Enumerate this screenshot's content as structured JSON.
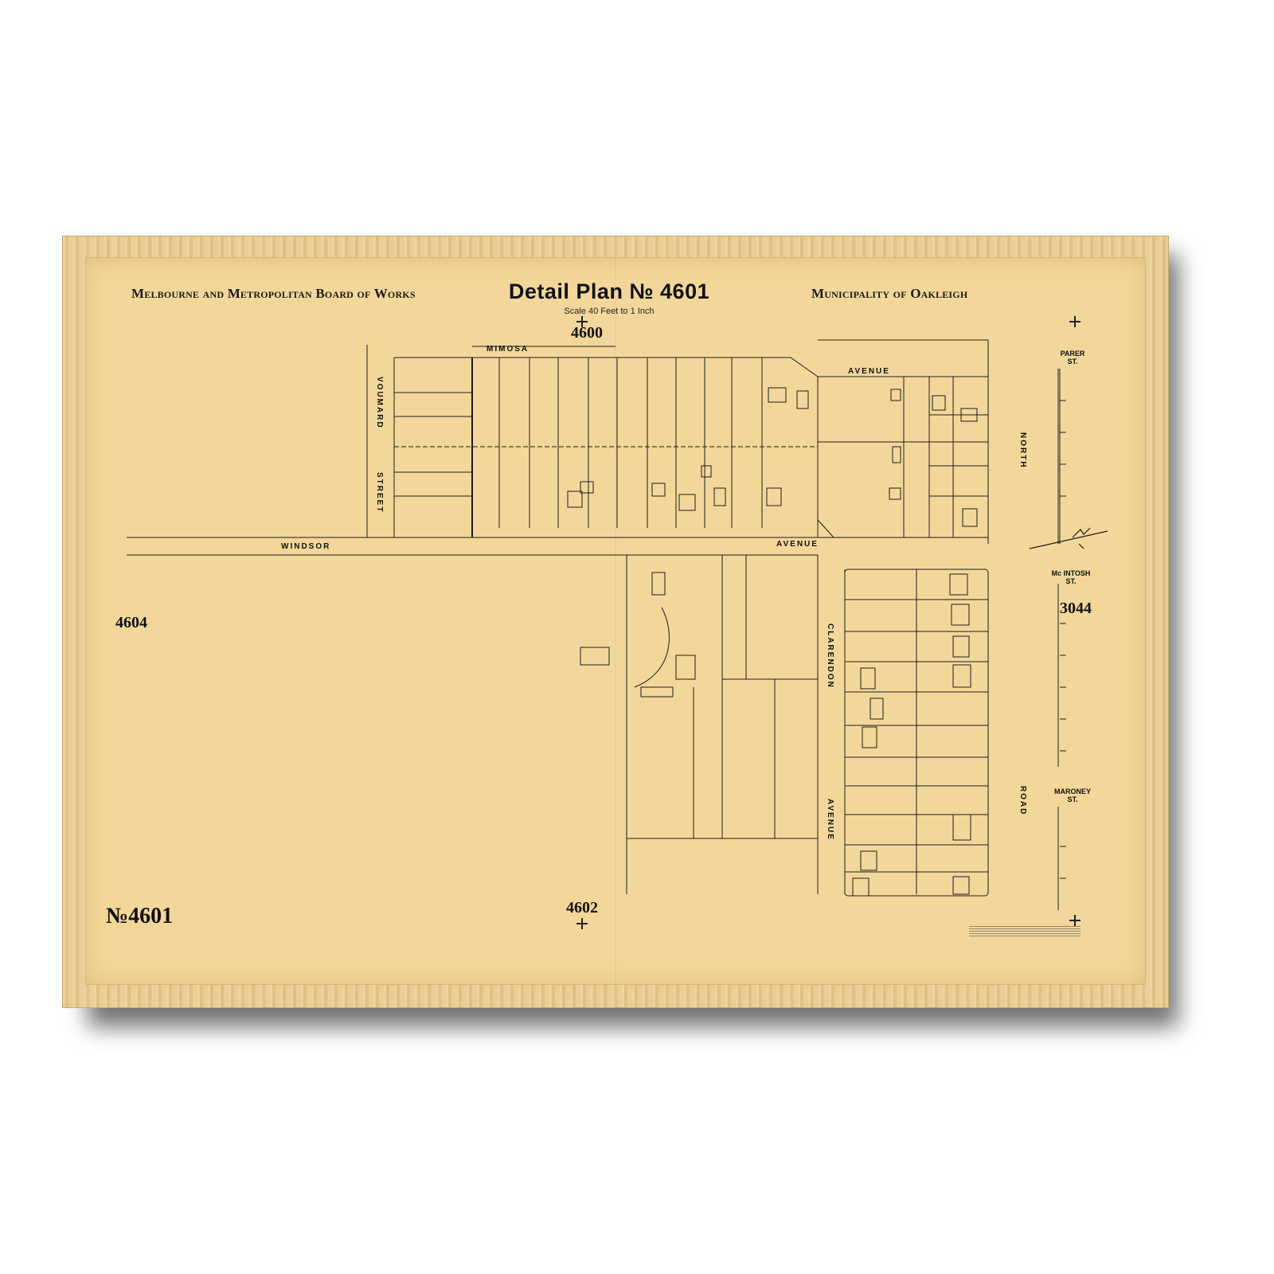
{
  "header": {
    "left": "Melbourne and Metropolitan Board of Works",
    "title": "Detail Plan № 4601",
    "scale": "Scale 40 Feet to 1 Inch",
    "right": "Municipality of Oakleigh"
  },
  "adjoining_plans": {
    "north": "4600",
    "west": "4604",
    "south": "4602",
    "east": "3044"
  },
  "plan_number_label": "№4601",
  "streets": {
    "mimosa": "MIMOSA",
    "mimosa_avenue": "AVENUE",
    "voumard": "VOUMARD",
    "voumard_street": "STREET",
    "windsor": "WINDSOR",
    "windsor_avenue": "AVENUE",
    "clarendon": "CLARENDON",
    "clarendon_avenue": "AVENUE",
    "north": "NORTH",
    "road": "ROAD"
  },
  "side_streets": {
    "parer": "PARER ST.",
    "mcintosh": "Mc INTOSH ST.",
    "maroney": "MARONEY ST."
  },
  "colors": {
    "paper": "#f3d79a",
    "frame": "#e9c98b",
    "ink": "#1a1a1a"
  }
}
